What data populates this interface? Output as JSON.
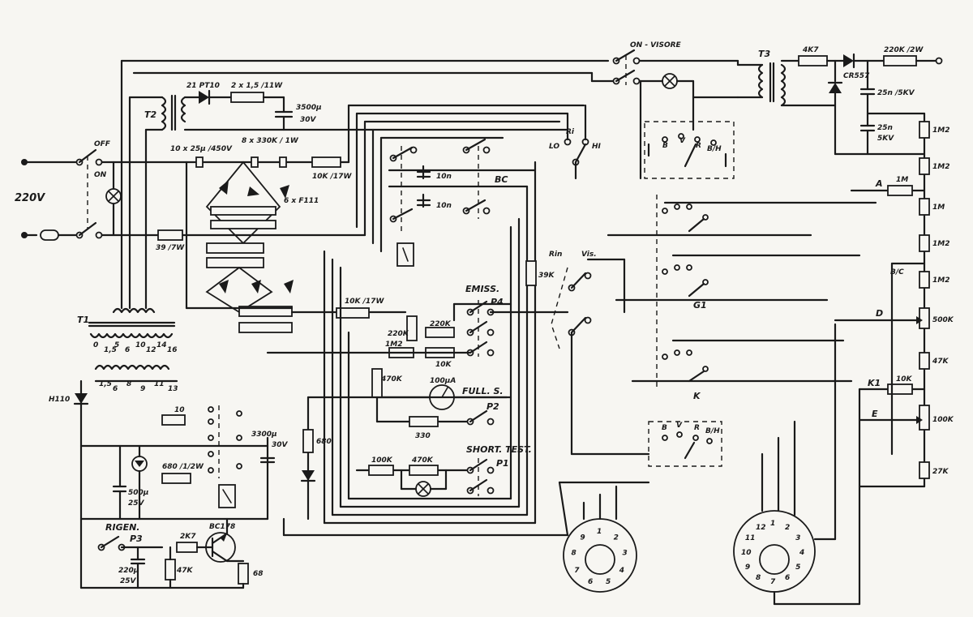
{
  "labels": {
    "mains": "220V",
    "off": "OFF",
    "on": "ON",
    "fuse": "(○)",
    "t1": "T1",
    "t2": "T2",
    "t3": "T3",
    "diode_21pt10": "21 PT10",
    "r_2x15": "2 x 1,5 /11W",
    "c_3500": "3500µ",
    "c_3500_v": "30V",
    "c_10x25": "10 x 25µ /450V",
    "r_8x330": "8 x 330K / 1W",
    "r_10k17": "10K /17W",
    "diodes_6xf111": "6 x F111",
    "r_39_7w": "39 /7W",
    "lo": "LO",
    "hi": "HI",
    "ri": "Ri",
    "bc": "BC",
    "c_10n_a": "10n",
    "c_10n_b": "10n",
    "on_visore": "ON - VISORE",
    "r_4k7": "4K7",
    "cr557": "CR557",
    "r_220k2w": "220K /2W",
    "c_25n5kv": "25n /5KV",
    "c_25n": "25n",
    "c_5kv": "5KV",
    "r_1m2_a": "1M2",
    "r_1m2_b": "1M2",
    "r_1m": "1M",
    "r_1m_b": "1M",
    "r_1m2_c": "1M2",
    "r_1m2_d": "1M2",
    "r_500k": "500K",
    "r_47k": "47K",
    "r_10k": "10K",
    "r_100k": "100K",
    "r_27k": "27K",
    "node_a": "A",
    "node_bc": "B/C",
    "node_d": "D",
    "node_k1": "K1",
    "node_e": "E",
    "sw_b": "B",
    "sw_v": "V",
    "sw_r": "R",
    "sw_bh": "B/H",
    "sw2_b": "B",
    "sw2_v": "V",
    "sw2_r": "R",
    "sw2_bh": "B/H",
    "g1": "G1",
    "k": "K",
    "rin": "Rin",
    "vis": "Vis.",
    "r_39k": "39K",
    "emiss": "EMISS.",
    "p4": "P4",
    "r_220k_pot": "220K",
    "r_220k": "220K",
    "r_1m2_e": "1M2",
    "r_10k_b": "10K",
    "r_10k17_b": "10K /17W",
    "r_470k": "470K",
    "meter": "100µA",
    "full_s": "FULL. S.",
    "p2": "P2",
    "r_330": "330",
    "short_test": "SHORT. TEST.",
    "p1": "P1",
    "r_100k_b": "100K",
    "r_470k_b": "470K",
    "h110": "H110",
    "r_10": "10",
    "c_3300": "3300µ",
    "c_3300_v": "30V",
    "r_680": "680",
    "r_680_12w": "680 /1/2W",
    "c_500": "500µ",
    "c_500_v": "25V",
    "rigen": "RIGEN.",
    "p3": "P3",
    "r_2k7": "2K7",
    "bc178": "BC178",
    "c_220": "220µ",
    "c_220_v": "25V",
    "r_47k_b": "47K",
    "r_68": "68",
    "t1_taps": [
      "0",
      "1,5",
      "5",
      "6",
      "10",
      "12",
      "14",
      "16"
    ],
    "t1_taps2": [
      "1,5",
      "6",
      "8",
      "9",
      "11",
      "13"
    ],
    "socket_small_pins": [
      "1",
      "2",
      "3",
      "4",
      "5",
      "6",
      "7",
      "8",
      "9"
    ],
    "socket_big_pins": [
      "1",
      "2",
      "3",
      "4",
      "5",
      "6",
      "7",
      "8",
      "9",
      "10",
      "11",
      "12"
    ]
  }
}
